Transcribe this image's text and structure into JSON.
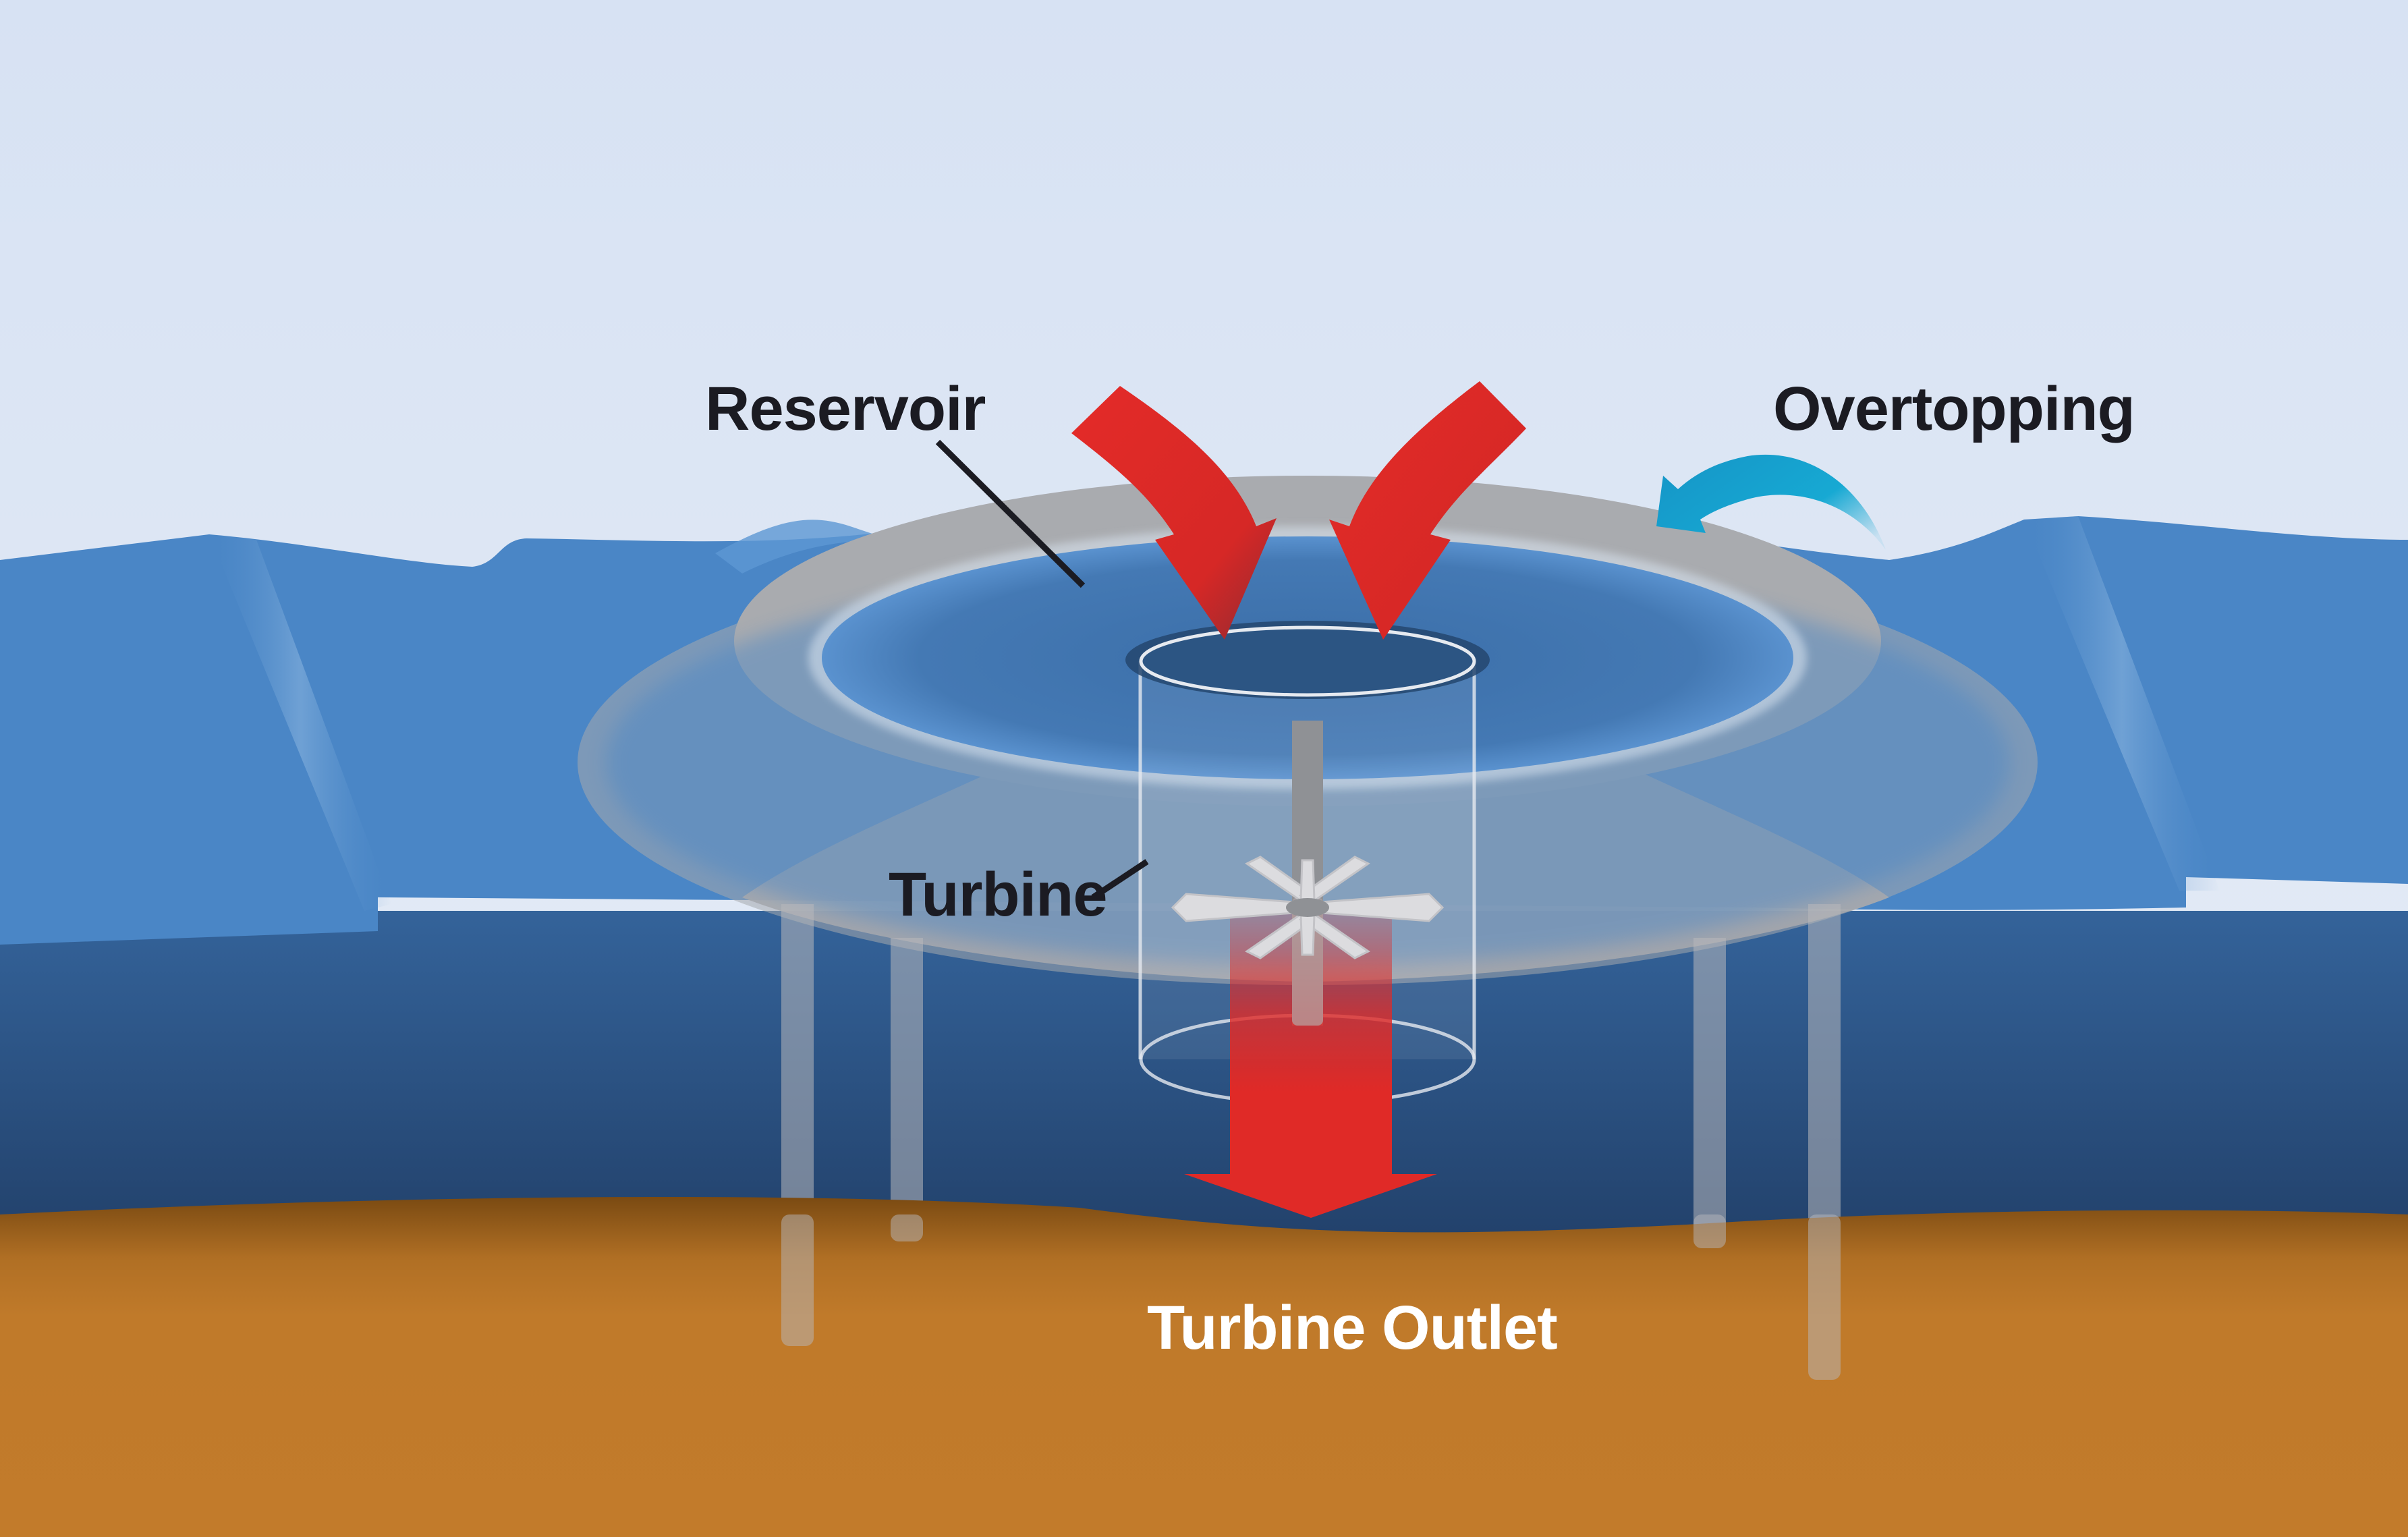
{
  "labels": {
    "reservoir": "Reservoir",
    "overtopping": "Overtopping",
    "turbine": "Turbine",
    "turbine_outlet": "Turbine Outlet"
  },
  "colors": {
    "sky_top": "#d7e2f3",
    "sky_bottom": "#e6edf6",
    "sea_surface": "#4a86c6",
    "sea_deep": "#22446e",
    "seabed": "#c07a2a",
    "structure_grey": "#a7a9ad",
    "flow_arrow_red": "#e02a27",
    "overtopping_arrow": "#17a9d3",
    "label_dark": "#1b1b22",
    "label_light": "#ffffff"
  },
  "icons": {
    "inflow_arrows": "curved-down-arrow",
    "overtopping_arrow": "curved-arrow",
    "turbine": "turbine-rotor",
    "outlet_arrow": "down-arrow"
  }
}
